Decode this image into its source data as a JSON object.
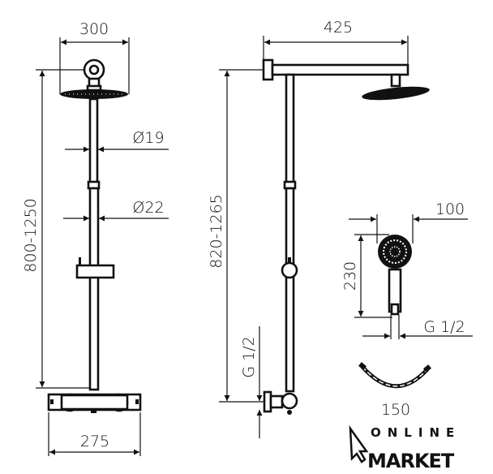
{
  "front_view": {
    "width_head": "300",
    "pipe_upper_diameter": "Ø19",
    "pipe_lower_diameter": "Ø22",
    "height_range": "800-1250",
    "width_thermostat": "275"
  },
  "side_view": {
    "arm_length": "425",
    "height_range": "820-1265",
    "connection": "G 1/2"
  },
  "hand_shower": {
    "head_width": "100",
    "length": "230",
    "connection": "G 1/2"
  },
  "hose": {
    "length": "150"
  },
  "logo": {
    "line1": "ONLINE",
    "line2": "MARKET"
  },
  "colors": {
    "ink": "#111111",
    "background": "#ffffff"
  }
}
